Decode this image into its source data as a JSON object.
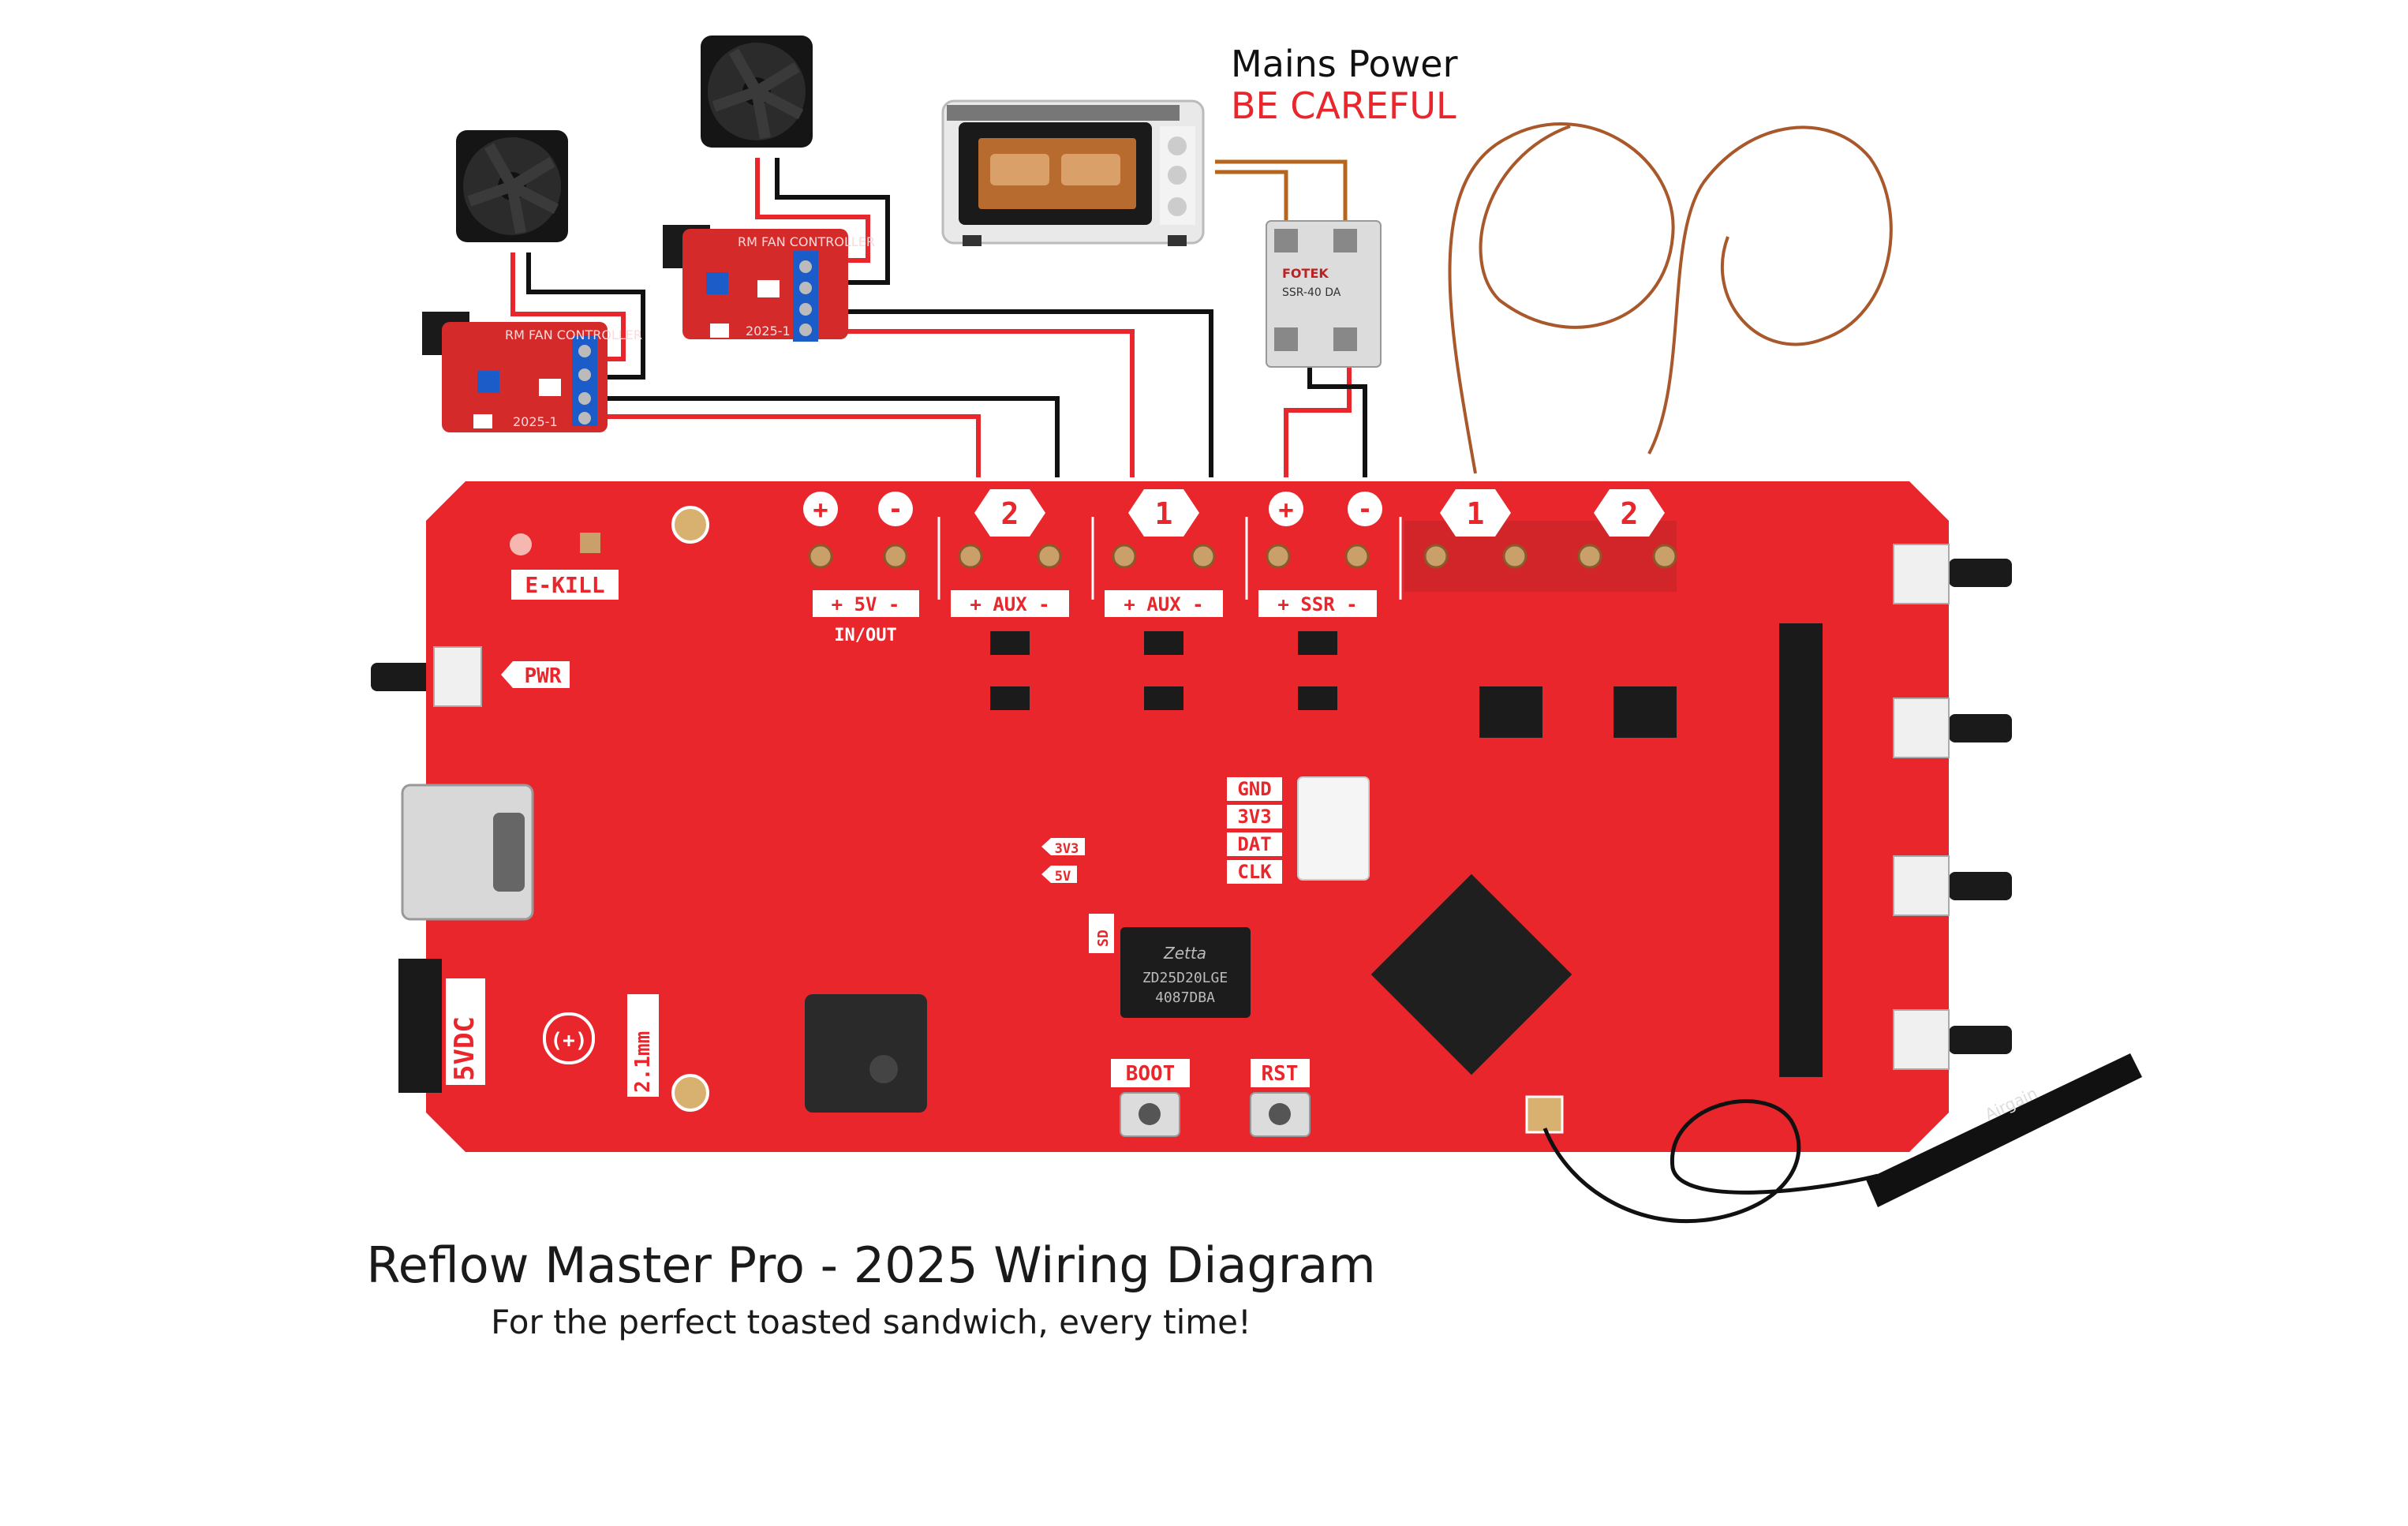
{
  "warning": {
    "line1": "Mains Power",
    "line2": "BE CAREFUL",
    "line2_color": "#e8262b"
  },
  "caption": {
    "title": "Reflow Master Pro - 2025 Wiring Diagram",
    "subtitle": "For the perfect toasted sandwich, every time!"
  },
  "board": {
    "color": "#e8262b",
    "terminals": {
      "plus": "+",
      "minus": "-",
      "aux2": "2",
      "aux1": "1",
      "ssr_plus": "+",
      "ssr_minus": "-",
      "tc1": "1",
      "tc2": "2"
    },
    "labels": {
      "ekill": "E-KILL",
      "pwr": "PWR",
      "v5": "+ 5V -",
      "inout": "IN/OUT",
      "aux2": "+ AUX -",
      "aux1": "+ AUX -",
      "ssr": "+ SSR -",
      "gnd": "GND",
      "v3v3": "3V3",
      "dat": "DAT",
      "clk": "CLK",
      "r3v3": "3V3",
      "r5v": "5V",
      "sd": "SD",
      "boot": "BOOT",
      "rst": "RST",
      "vdc": "5VDC",
      "polarity": "(+)",
      "jack": "2.1mm"
    },
    "chips": {
      "flash_line1": "Zetta",
      "flash_line2": "ZD25D20LGE",
      "flash_line3": "4087DBA"
    }
  },
  "modules": {
    "fan_controller_label": "RM FAN CONTROLLER",
    "fan_controller_rev": "2025-1",
    "ssr_brand": "FOTEK",
    "ssr_model": "SSR-40 DA",
    "antenna_label": "Airgain"
  },
  "wire_colors": {
    "positive": "#e8262b",
    "negative": "#111111",
    "mains": "#b5651d",
    "thermocouple": "#a8582a"
  }
}
